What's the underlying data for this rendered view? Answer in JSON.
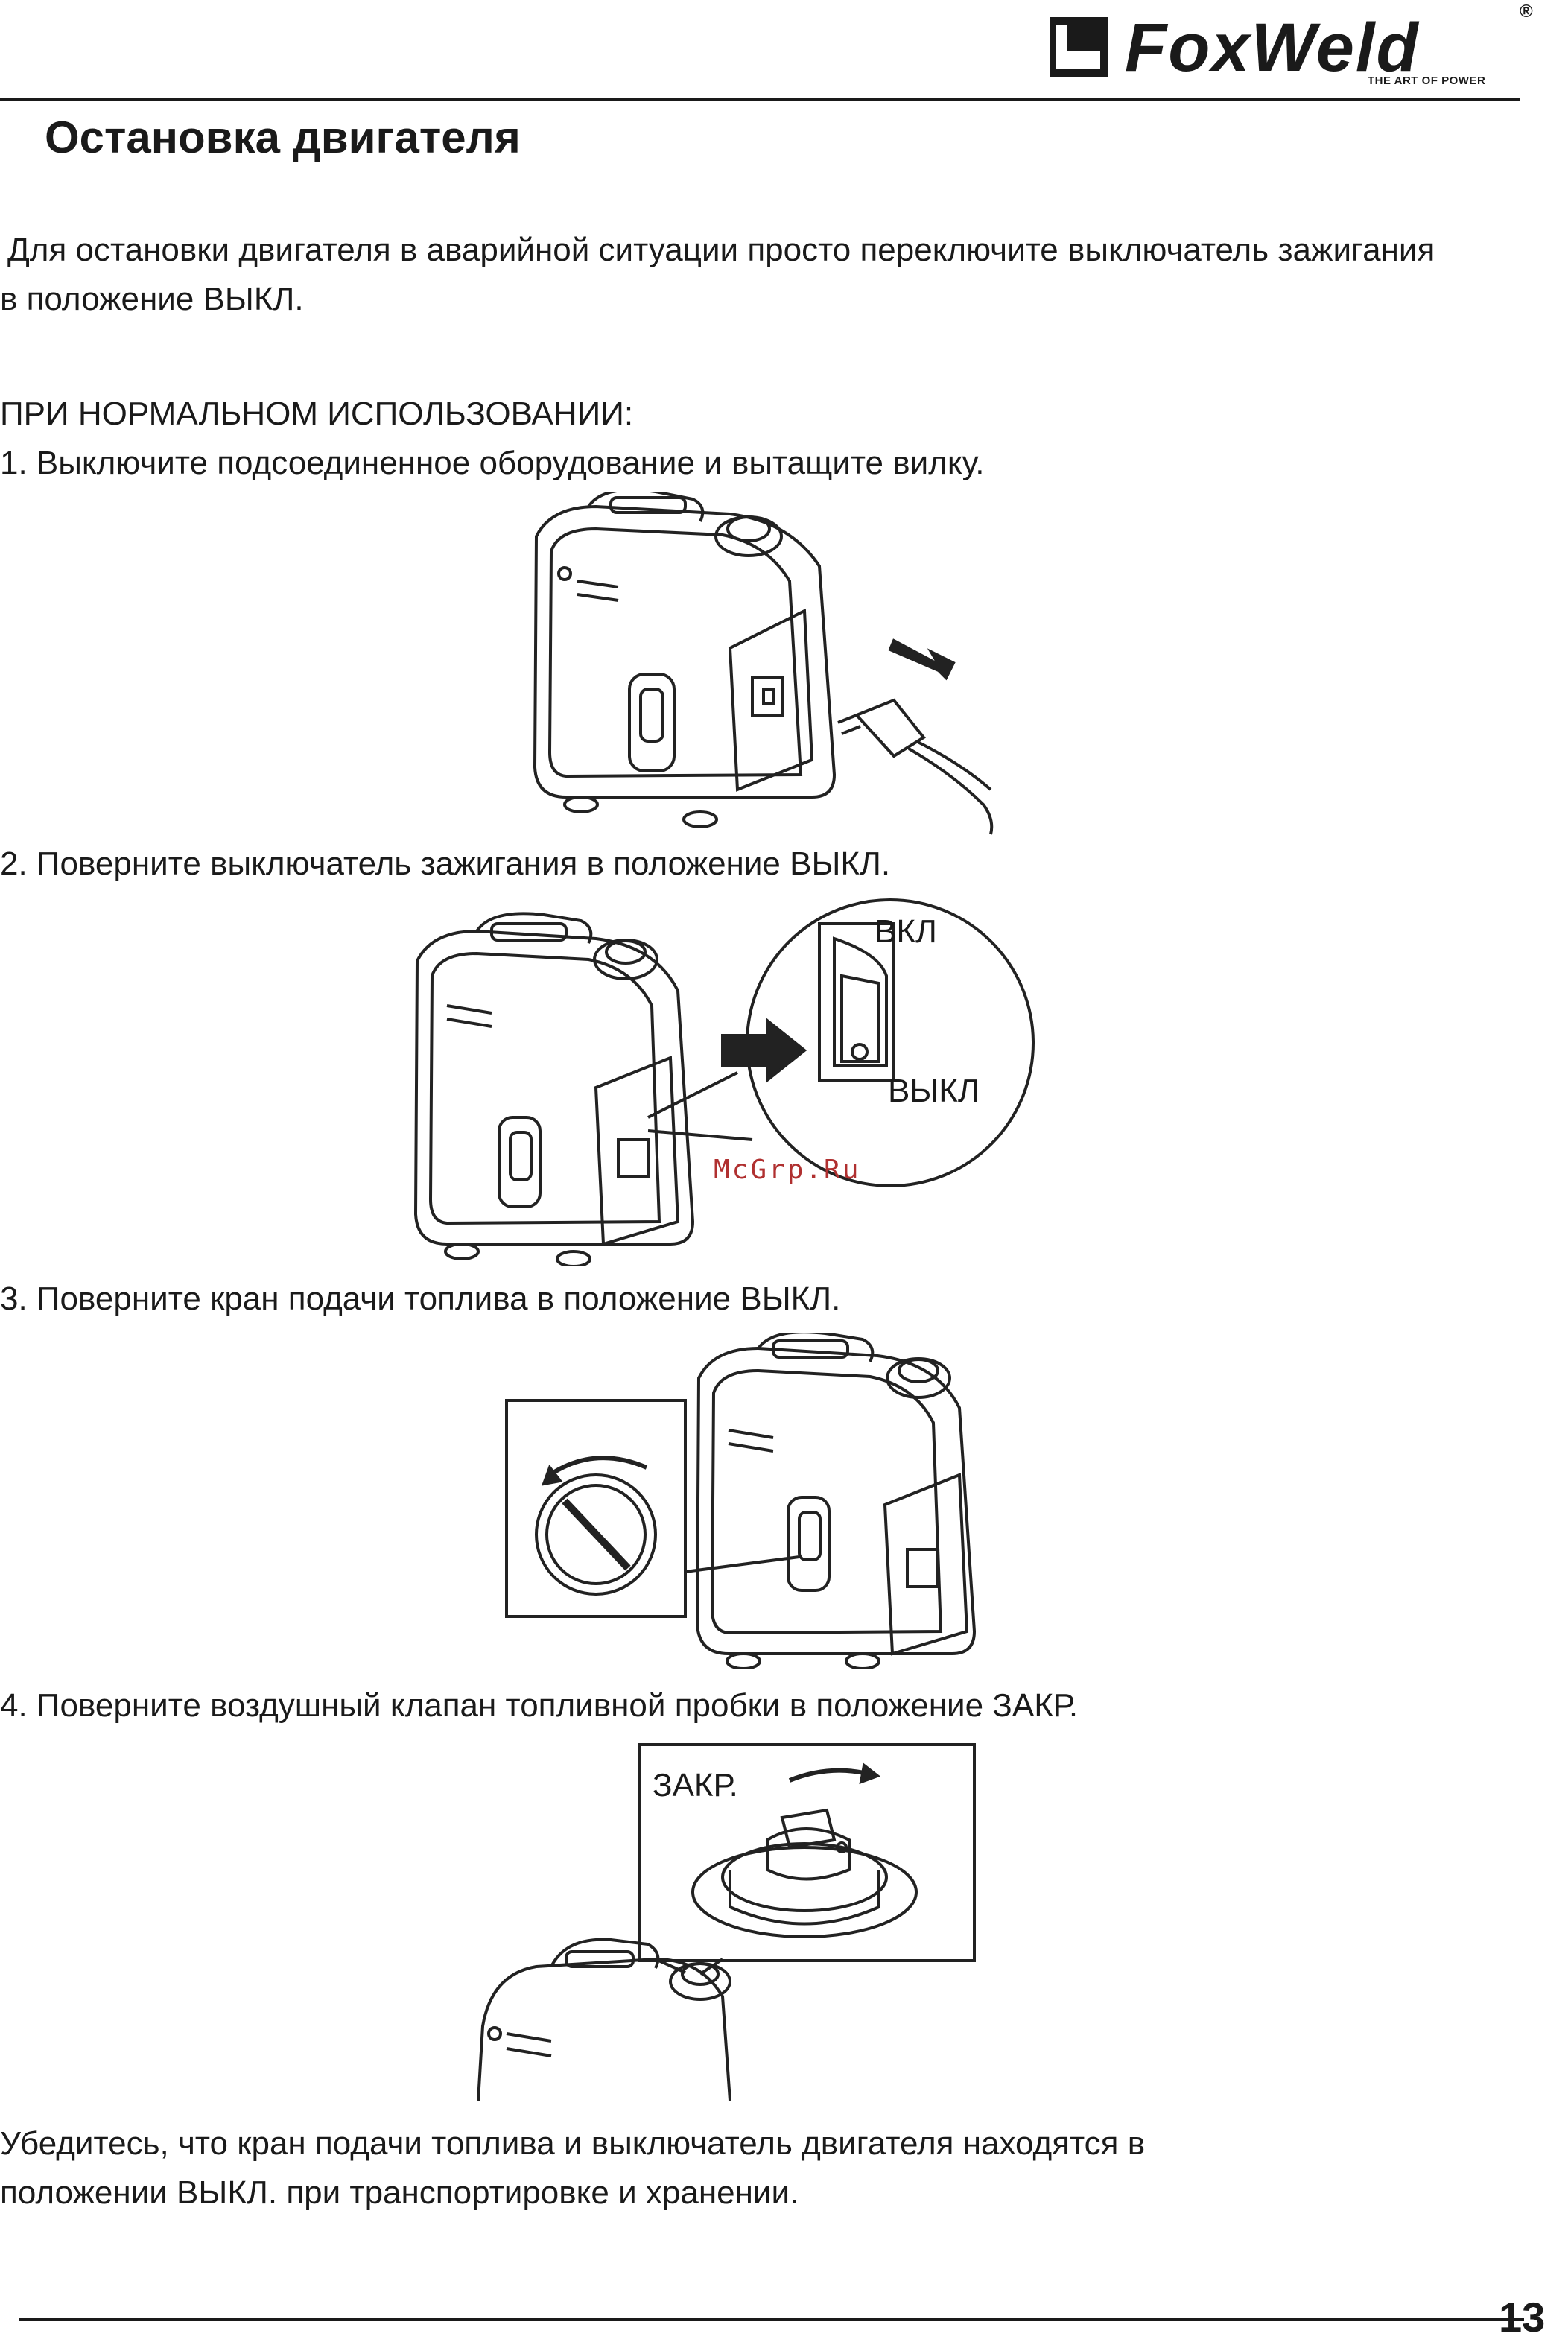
{
  "header": {
    "brand": "FoxWeld",
    "tagline": "THE ART OF POWER",
    "registered": "®"
  },
  "title": "Остановка двигателя",
  "intro": [
    "Для остановки двигателя в аварийной ситуации просто переключите выключатель зажигания",
    "в положение  ВЫКЛ."
  ],
  "normal_heading": "ПРИ  НОРМАЛЬНОМ ИСПОЛЬЗОВАНИИ:",
  "steps": [
    {
      "text": "1. Выключите подсоединенное оборудование и  вытащите вилку."
    },
    {
      "text": "2. Поверните выключатель зажигания в положение ВЫКЛ.",
      "label_on": "ВКЛ",
      "label_off": "ВЫКЛ"
    },
    {
      "text": "3. Поверните кран подачи топлива в положение ВЫКЛ."
    },
    {
      "text": "4. Поверните воздушный  клапан топливной пробки  в положение ЗАКР.",
      "label_closed": "ЗАКР."
    }
  ],
  "note": [
    "Убедитесь,   что   кран   подачи   топлива и выключатель двигателя находятся в",
    "положении ВЫКЛ. при транспортировке и хранении."
  ],
  "watermark": "McGrp.Ru",
  "page_number": "13",
  "colors": {
    "text": "#1a1a1a",
    "watermark": "#b03030",
    "line_art": "#222222"
  }
}
